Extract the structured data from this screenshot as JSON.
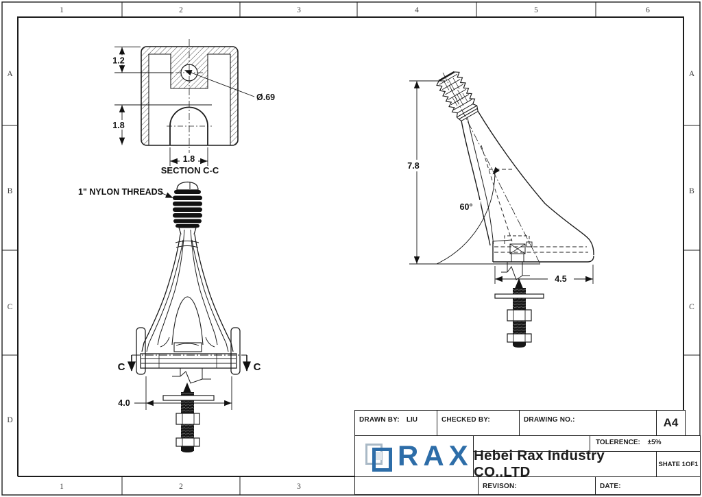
{
  "sheet": {
    "frame": {
      "top_zones": [
        "1",
        "2",
        "3",
        "4",
        "5",
        "6"
      ],
      "bottom_zones": [
        "1",
        "2",
        "3"
      ],
      "left_zones": [
        "A",
        "B",
        "C",
        "D"
      ],
      "right_zones": [
        "A",
        "B",
        "C"
      ]
    },
    "section_view": {
      "title": "SECTION C-C",
      "dim_top_depth": "1.2",
      "dim_lower_depth": "1.8",
      "dim_slot_width": "1.8",
      "dim_hole_dia": "Ø.69"
    },
    "front_view": {
      "thread_note": "1\" NYLON THREADS",
      "dim_base_width": "4.0",
      "cut_label_left": "C",
      "cut_label_right": "C"
    },
    "side_view": {
      "dim_height": "7.8",
      "dim_angle": "60°",
      "dim_base_depth": "4.5"
    },
    "title_block": {
      "drawn_by_label": "DRAWN BY:",
      "drawn_by_value": "LIU",
      "checked_by_label": "CHECKED BY:",
      "drawing_no_label": "DRAWING NO.:",
      "paper_size": "A4",
      "tolerance_label": "TOLERENCE:",
      "tolerance_value": "±5%",
      "company_name": "Hebei Rax Industry CO.,LTD",
      "sheet_label": "SHATE 1OF1",
      "revision_label": "REVISON:",
      "date_label": "DATE:",
      "logo_text": "RAX",
      "logo_color": "#2d6da8",
      "line_color": "#1c1c1c"
    }
  }
}
